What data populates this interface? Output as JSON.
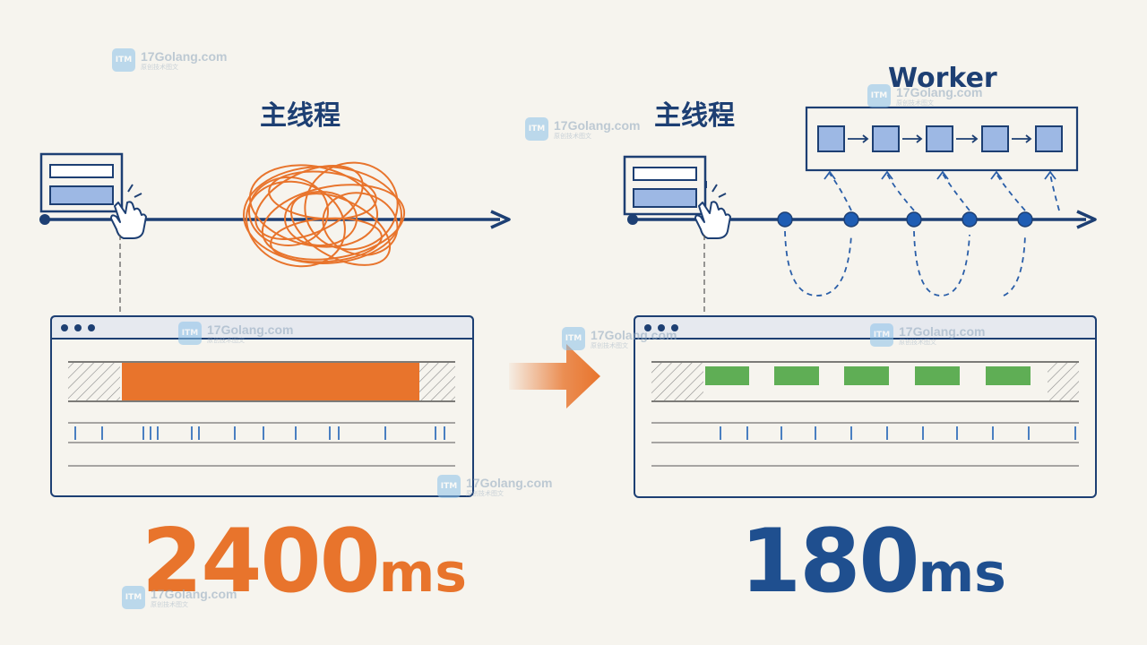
{
  "before": {
    "thread_label": "主线程",
    "timing_value": "2400",
    "timing_unit": "ms",
    "long_task_color": "#e8742c"
  },
  "after": {
    "thread_label": "主线程",
    "worker_label": "Worker",
    "timing_value": "180",
    "timing_unit": "ms",
    "task_chunk_color": "#5fae55",
    "worker_task_count": 5
  },
  "colors": {
    "timeline": "#1d3f73",
    "accent_orange": "#e8742c",
    "accent_blue": "#1f4f8f",
    "frame_tick": "#4a7fc1",
    "background": "#f6f4ee"
  },
  "watermark": {
    "badge": "ITM",
    "site": "17Golang.com",
    "subtitle": "原创技术图文"
  },
  "icons": [
    "browser-window-icon",
    "pointer-hand-icon",
    "arrow-right-icon",
    "tangled-scribble-icon"
  ]
}
